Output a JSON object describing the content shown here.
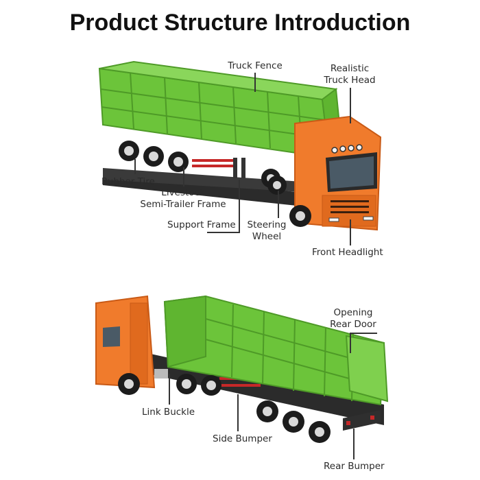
{
  "title": "Product Structure Introduction",
  "labels_top": {
    "truck_fence": "Truck Fence",
    "realistic_truck_head": [
      "Realistic",
      "Truck Head"
    ],
    "rubber_tire": "Rubber Tire",
    "livestock_frame": [
      "Livestock",
      "Semi-Trailer Frame"
    ],
    "support_frame": "Support Frame",
    "steering_wheel": [
      "Steering",
      "Wheel"
    ],
    "front_headlight": "Front Headlight"
  },
  "labels_bottom": {
    "opening_rear_door": [
      "Opening",
      "Rear Door"
    ],
    "link_buckle": "Link Buckle",
    "side_bumper": "Side Bumper",
    "rear_bumper": "Rear Bumper"
  },
  "colors": {
    "fence_green": "#6cc43a",
    "fence_dark": "#4e9a27",
    "cab_orange": "#f07b2c",
    "cab_dark": "#c95a16",
    "chassis": "#2b2b2b",
    "tire": "#1c1c1c",
    "rim": "#d9d9d9"
  }
}
